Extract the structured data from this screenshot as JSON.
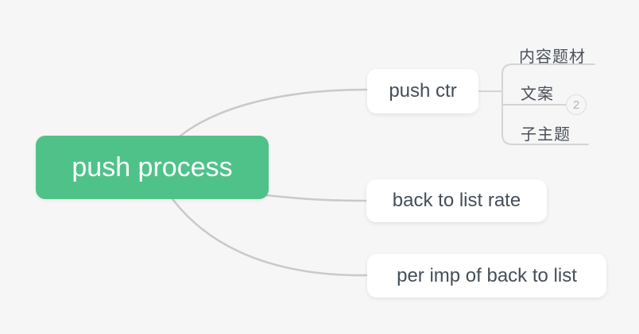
{
  "colors": {
    "background": "#f6f6f7",
    "root_bg": "#4fc28a",
    "root_text": "#ffffff",
    "node_bg": "#ffffff",
    "node_text": "#454e58",
    "branch_line": "#c9c9c9",
    "subtopic_line": "#d4d4d4",
    "subtopic_text": "#4b5157",
    "badge_border": "#dcdcdc",
    "badge_text": "#b5b5b5"
  },
  "mindmap": {
    "root": {
      "label": "push process"
    },
    "children": [
      {
        "label": "push ctr"
      },
      {
        "label": "back to list rate"
      },
      {
        "label": "per imp of back to list"
      }
    ],
    "subtopics": [
      {
        "label": "内容题材"
      },
      {
        "label": "文案",
        "collapsed_count": "2"
      },
      {
        "label": "子主题"
      }
    ]
  }
}
